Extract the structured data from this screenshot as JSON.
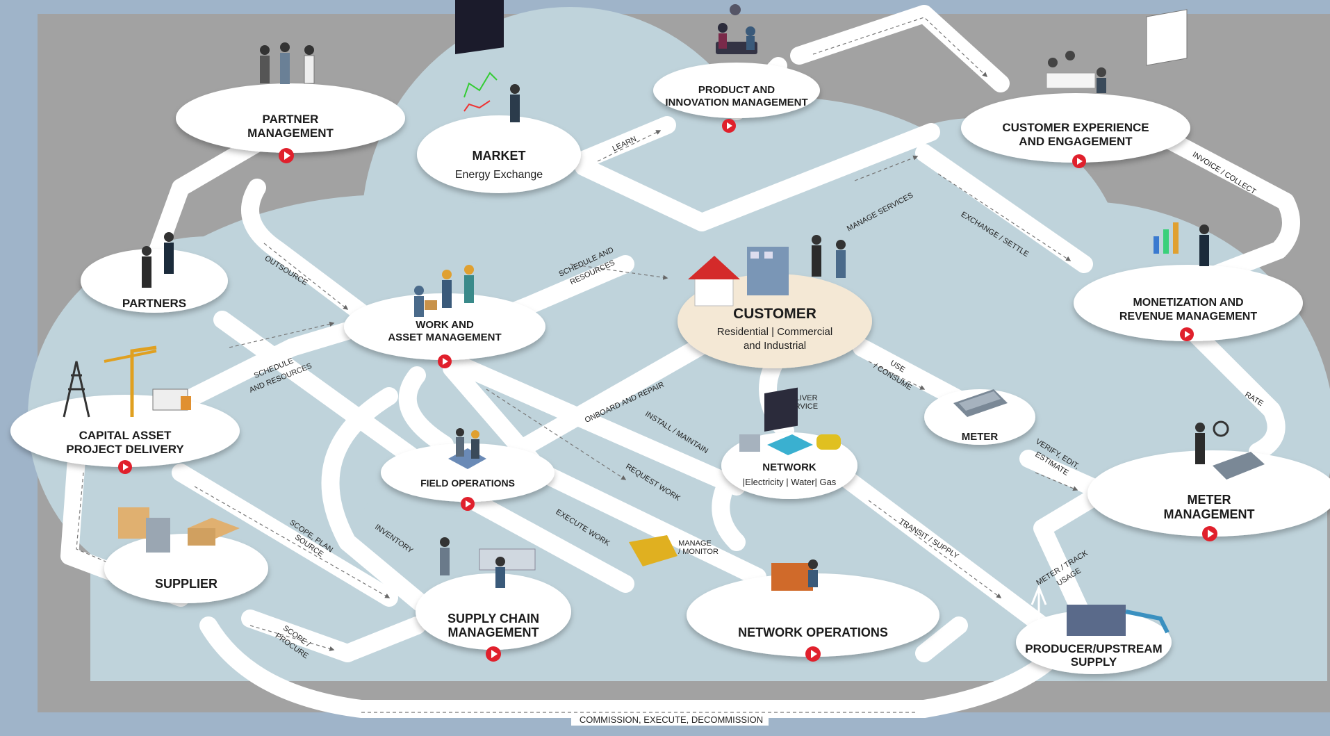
{
  "nodes": {
    "product": {
      "line1": "PRODUCT AND",
      "line2": "INNOVATION MANAGEMENT"
    },
    "partner_mgmt": {
      "line1": "PARTNER",
      "line2": "MANAGEMENT"
    },
    "market": {
      "title": "MARKET",
      "sub": "Energy Exchange"
    },
    "cx": {
      "line1": "CUSTOMER EXPERIENCE",
      "line2": "AND ENGAGEMENT"
    },
    "partners": {
      "title": "PARTNERS"
    },
    "monetization": {
      "line1": "MONETIZATION AND",
      "line2": "REVENUE MANAGEMENT"
    },
    "customer": {
      "title": "CUSTOMER",
      "sub1": "Residential | Commercial",
      "sub2": "and Industrial"
    },
    "work_asset": {
      "line1": "WORK AND",
      "line2": "ASSET MANAGEMENT"
    },
    "capital": {
      "line1": "CAPITAL ASSET",
      "line2": "PROJECT DELIVERY"
    },
    "meter": {
      "title": "METER"
    },
    "network": {
      "title": "NETWORK",
      "sub": "|Electricity | Water| Gas"
    },
    "field_ops": {
      "title": "FIELD OPERATIONS"
    },
    "meter_mgmt": {
      "line1": "METER",
      "line2": "MANAGEMENT"
    },
    "supplier": {
      "title": "SUPPLIER"
    },
    "supply_chain": {
      "line1": "SUPPLY CHAIN",
      "line2": "MANAGEMENT"
    },
    "network_ops": {
      "title": "NETWORK OPERATIONS"
    },
    "producer": {
      "line1": "PRODUCER/UPSTREAM",
      "line2": "SUPPLY"
    }
  },
  "flows": {
    "learn": "LEARN",
    "manage_services": "MANAGE SERVICES",
    "invoice_collect": "INVOICE / COLLECT",
    "exchange_settle": "EXCHANGE / SETTLE",
    "outsource": "OUTSOURCE",
    "schedule_resources_top_1": "SCHEDULE AND",
    "schedule_resources_top_2": "RESOURCES",
    "schedule_resources_left_1": "SCHEDULE",
    "schedule_resources_left_2": "AND RESOURCES",
    "use_consume_1": "USE",
    "use_consume_2": "/ CONSUME",
    "rate": "RATE",
    "deliver_service_1": "DELIVER",
    "deliver_service_2": "SERVICE",
    "onboard_repair": "ONBOARD AND REPAIR",
    "install_maintain": "INSTALL / MAINTAIN",
    "verify_1": "VERIFY, EDIT,",
    "verify_2": "ESTIMATE",
    "request_work": "REQUEST WORK",
    "scope_plan_1": "SCOPE, PLAN",
    "scope_plan_2": "SOURCE",
    "inventory": "INVENTORY",
    "execute_work": "EXECUTE  WORK",
    "manage_monitor_1": "MANAGE",
    "manage_monitor_2": "/ MONITOR",
    "transit_supply": "TRANSIT / SUPPLY",
    "meter_track_1": "METER / TRACK",
    "meter_track_2": "USAGE",
    "scope_procure_1": "SCOPE /",
    "scope_procure_2": "PROCURE",
    "commission": "COMMISSION, EXECUTE, DECOMMISSION"
  },
  "colors": {
    "page_bg": "#9fb4c9",
    "gray_panel": "#a2a2a2",
    "cloud": "#bfd3db",
    "path": "#ffffff",
    "play": "#e0202c",
    "customer_node": "#f4e8d5"
  }
}
